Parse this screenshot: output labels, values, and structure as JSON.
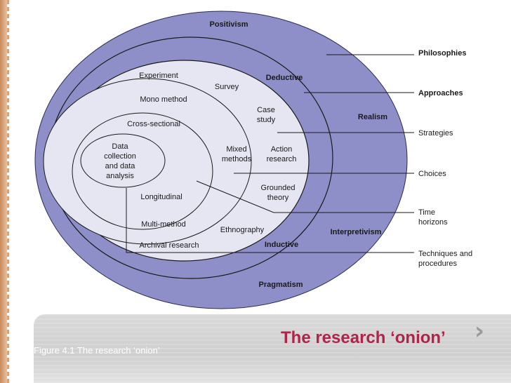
{
  "diagram": {
    "layers": {
      "philosophy_terms": [
        "Positivism",
        "Realism",
        "Interpretivism",
        "Pragmatism"
      ],
      "approach_terms": [
        "Deductive",
        "Inductive"
      ],
      "strategy_terms": [
        "Experiment",
        "Survey",
        "Case study",
        "Action research",
        "Grounded theory",
        "Ethnography",
        "Archival research"
      ],
      "choice_terms": [
        "Mono method",
        "Mixed methods",
        "Multi-method"
      ],
      "time_horizon_terms": [
        "Cross-sectional",
        "Longitudinal"
      ],
      "core": "Data collection and data analysis"
    },
    "labels": {
      "positivism": "Positivism",
      "realism": "Realism",
      "interpretivism": "Interpretivism",
      "pragmatism": "Pragmatism",
      "deductive": "Deductive",
      "inductive": "Inductive",
      "experiment": "Experiment",
      "survey": "Survey",
      "case_study": [
        "Case",
        "study"
      ],
      "action_research": [
        "Action",
        "research"
      ],
      "grounded_theory": [
        "Grounded",
        "theory"
      ],
      "ethnography": "Ethnography",
      "archival_research": "Archival research",
      "mono_method": "Mono method",
      "mixed_methods": [
        "Mixed",
        "methods"
      ],
      "multi_method": "Multi-method",
      "cross_sectional": "Cross-sectional",
      "longitudinal": "Longitudinal",
      "core": [
        "Data",
        "collection",
        "and data",
        "analysis"
      ]
    },
    "legend": {
      "philosophies": "Philosophies",
      "approaches": "Approaches",
      "strategies": "Strategies",
      "choices": "Choices",
      "time_horizons": [
        "Time",
        "horizons"
      ],
      "techniques": [
        "Techniques and",
        "procedures"
      ]
    },
    "colors": {
      "outer_fill": "#8e8fc9",
      "inner_fill": "#e6e6f2",
      "lines": "#1a1a1a",
      "text": "#1a1a1a",
      "title": "#b0244a"
    }
  },
  "caption": "Figure 4.1  The research ‘onion’",
  "slide_title": "The research ‘onion’",
  "next_icon": "chevron-right-icon"
}
